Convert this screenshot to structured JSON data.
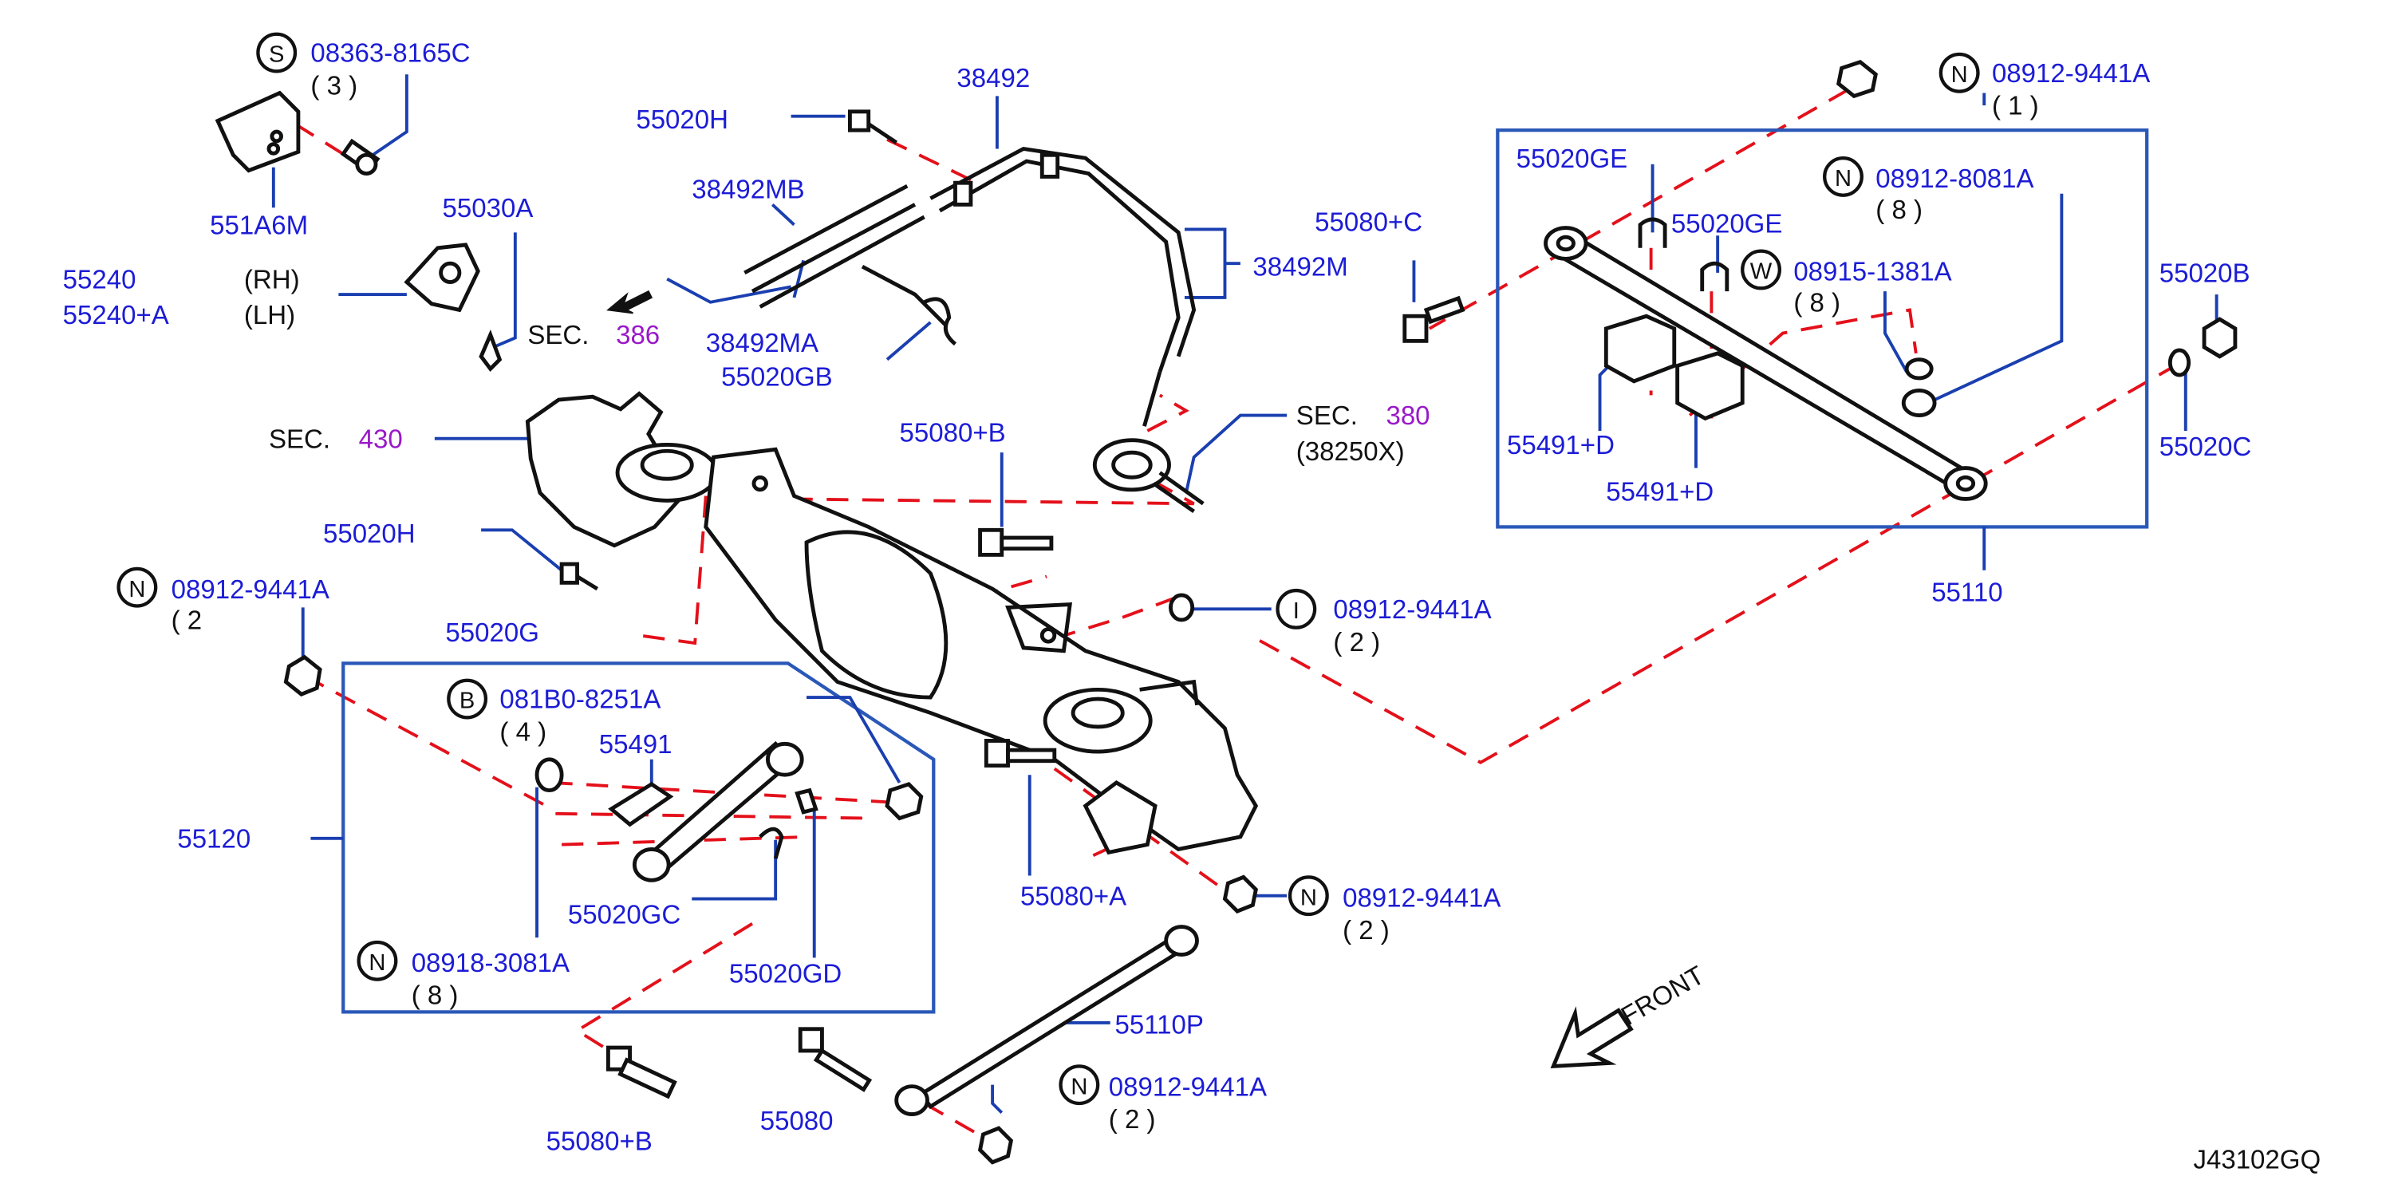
{
  "drawing_id": "J43102GQ",
  "front_label": "FRONT",
  "colors": {
    "part_number": "#1c1cd6",
    "section_ref": "#9a18c8",
    "leader": "#1a3fb0",
    "phantom": "#e4101a",
    "outline": "#111111"
  },
  "section_refs": [
    {
      "prefix": "SEC.",
      "number": "386",
      "sub": ""
    },
    {
      "prefix": "SEC.",
      "number": "430",
      "sub": ""
    },
    {
      "prefix": "SEC.",
      "number": "380",
      "sub": "(38250X)"
    }
  ],
  "side_tags": {
    "rh": "(RH)",
    "lh": "(LH)"
  },
  "fasteners": [
    {
      "symbol": "S",
      "number": "08363-8165C",
      "qty": "( 3 )"
    },
    {
      "symbol": "N",
      "number": "08912-9441A",
      "qty": "( 1 )"
    },
    {
      "symbol": "N",
      "number": "08912-8081A",
      "qty": "( 8 )"
    },
    {
      "symbol": "W",
      "number": "08915-1381A",
      "qty": "( 8 )"
    },
    {
      "symbol": "N",
      "number": "08912-9441A",
      "qty": "( 2"
    },
    {
      "symbol": "I",
      "number": "08912-9441A",
      "qty": "( 2 )"
    },
    {
      "symbol": "B",
      "number": "081B0-8251A",
      "qty": "( 4 )"
    },
    {
      "symbol": "N",
      "number": "08912-9441A",
      "qty": "( 2 )"
    },
    {
      "symbol": "N",
      "number": "08918-3081A",
      "qty": "( 8 )"
    },
    {
      "symbol": "N",
      "number": "08912-9441A",
      "qty": "( 2 )"
    }
  ],
  "part_labels": {
    "p551A6M": "551A6M",
    "p55030A": "55030A",
    "p55240": "55240",
    "p55240A": "55240+A",
    "p55020H_top": "55020H",
    "p38492": "38492",
    "p38492MB": "38492MB",
    "p38492MA": "38492MA",
    "p55020GB": "55020GB",
    "p38492M": "38492M",
    "p55080C": "55080+C",
    "p55020GE_a": "55020GE",
    "p55020GE_b": "55020GE",
    "p55491D_a": "55491+D",
    "p55491D_b": "55491+D",
    "p55020B": "55020B",
    "p55020C": "55020C",
    "p55110": "55110",
    "p55080B_top": "55080+B",
    "p55020H_mid": "55020H",
    "p55020G": "55020G",
    "p55120": "55120",
    "p55491": "55491",
    "p55020GC": "55020GC",
    "p55020GD": "55020GD",
    "p55080A": "55080+A",
    "p55110P": "55110P",
    "p55080B_bot": "55080+B",
    "p55080": "55080"
  }
}
